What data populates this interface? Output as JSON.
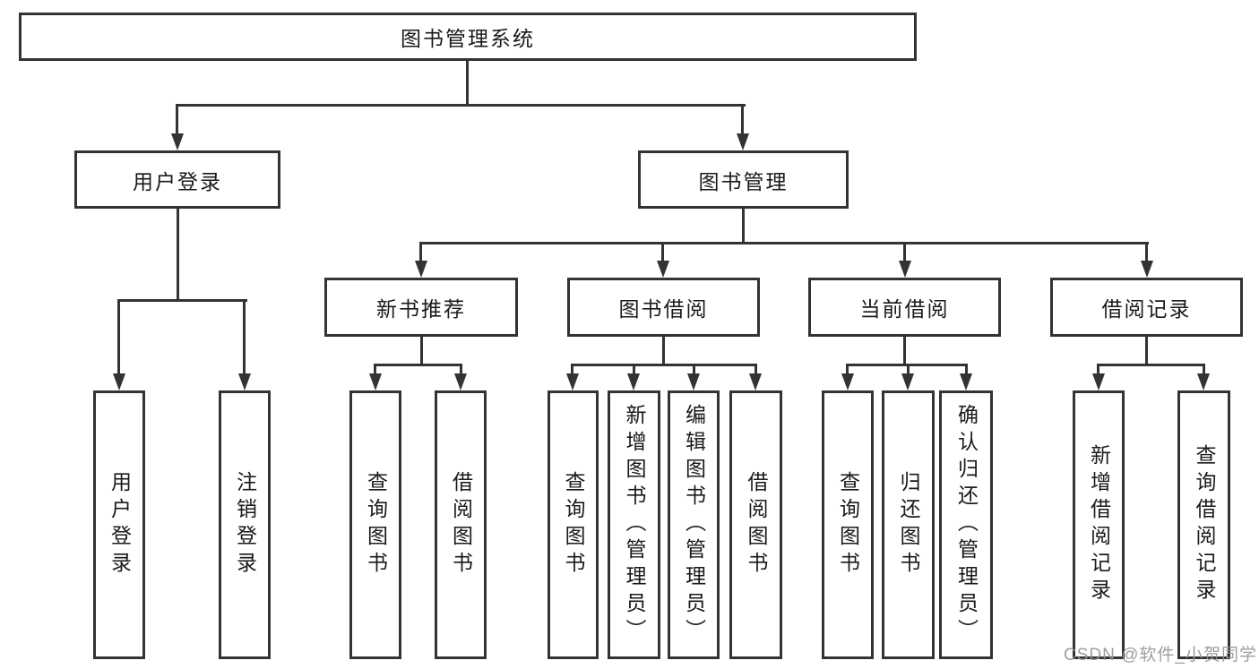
{
  "nodes": {
    "root": "图书管理系统",
    "user_login": "用户登录",
    "book_management": "图书管理",
    "new_book_recommend": "新书推荐",
    "book_borrow": "图书借阅",
    "current_borrow": "当前借阅",
    "borrow_records": "借阅记录",
    "leaf_user_login": "用户登录",
    "leaf_logout": "注销登录",
    "leaf_rec_query_book": "查询图书",
    "leaf_rec_borrow_book": "借阅图书",
    "leaf_bb_query_book": "查询图书",
    "leaf_bb_add_book": "新增图书（管理员）",
    "leaf_bb_edit_book": "编辑图书（管理员）",
    "leaf_bb_borrow_book": "借阅图书",
    "leaf_cb_query_book": "查询图书",
    "leaf_cb_return_book": "归还图书",
    "leaf_cb_confirm_return": "确认归还（管理员）",
    "leaf_br_add_record": "新增借阅记录",
    "leaf_br_query_record": "查询借阅记录"
  },
  "colors": {
    "line": "#333333",
    "text": "#1a1a1a",
    "watermark": "#969696",
    "background": "#ffffff"
  },
  "watermark": {
    "text": "CSDN @软件_小贺同学"
  }
}
